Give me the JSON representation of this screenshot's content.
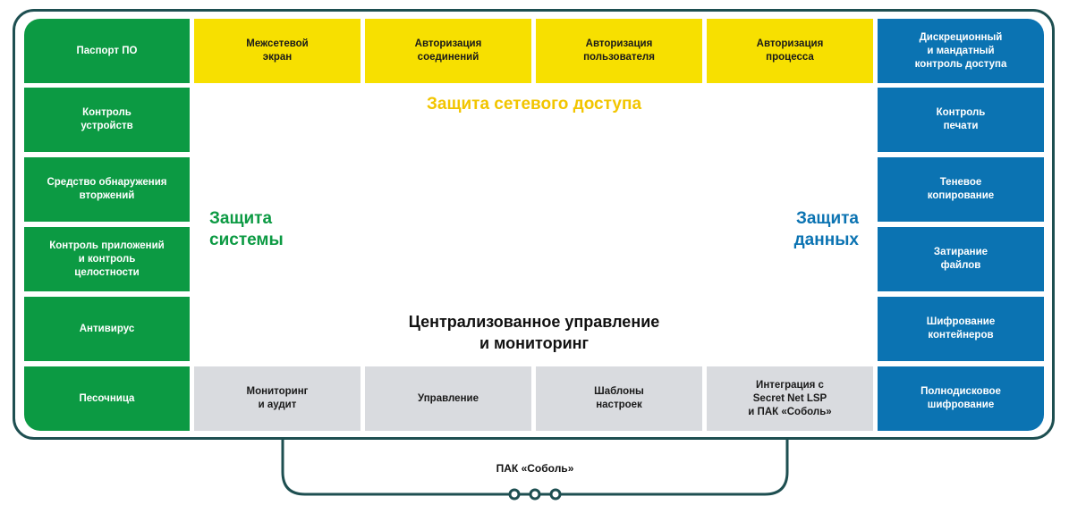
{
  "colors": {
    "frame": "#1e4f51",
    "system": "#0c9a43",
    "network": "#f7e000",
    "network_text": "#f2c500",
    "data": "#0b73b2",
    "management": "#d9dbdf"
  },
  "left_column": [
    "Паспорт ПО",
    "Контроль\nустройств",
    "Средство обнаружения\nвторжений",
    "Контроль приложений\nи контроль\nцелостности",
    "Антивирус",
    "Песочница"
  ],
  "top_row": [
    "Межсетевой\nэкран",
    "Авторизация\nсоединений",
    "Авторизация\nпользователя",
    "Авторизация\nпроцесса"
  ],
  "right_column": [
    "Дискреционный\nи мандатный\nконтроль доступа",
    "Контроль\nпечати",
    "Теневое\nкопирование",
    "Затирание\nфайлов",
    "Шифрование\nконтейнеров",
    "Полнодисковое\nшифрование"
  ],
  "bottom_row": [
    "Мониторинг\nи аудит",
    "Управление",
    "Шаблоны\nнастроек",
    "Интеграция с\nSecret Net LSP\nи ПАК «Соболь»"
  ],
  "labels": {
    "network": "Защита сетевого доступа",
    "system": "Защита\nсистемы",
    "data": "Защита\nданных",
    "central": "Централизованное управление\nи мониторинг"
  },
  "sobol": {
    "label": "ПАК «Соболь»",
    "icon": "chain-links-icon"
  }
}
